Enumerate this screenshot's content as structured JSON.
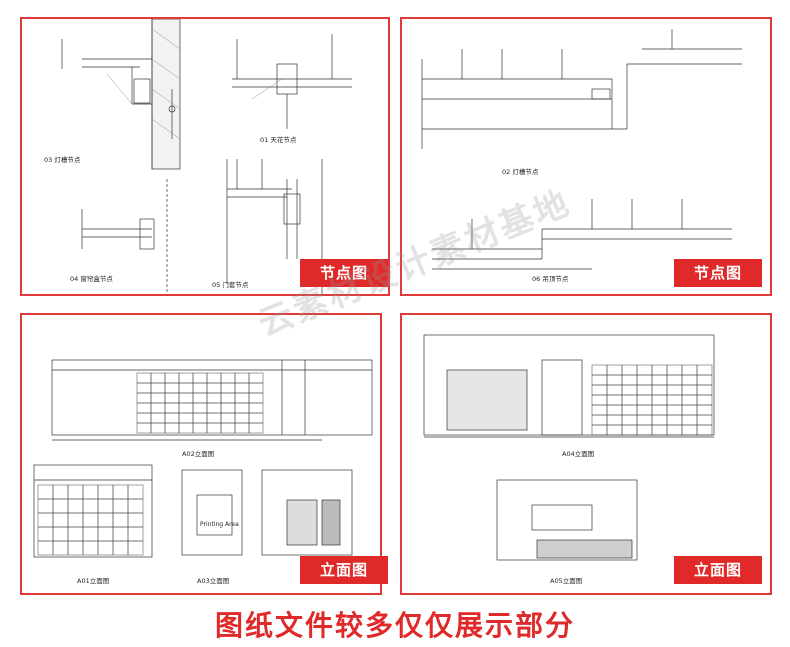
{
  "panels": [
    {
      "tag": "节点图",
      "labels": [
        "03 灯槽节点",
        "01 天花节点",
        "04 窗帘盒节点",
        "05 门套节点"
      ]
    },
    {
      "tag": "节点图",
      "labels": [
        "02 灯槽节点",
        "06 吊顶节点"
      ]
    },
    {
      "tag": "立面图",
      "labels": [
        "A01立面图",
        "A02立面图",
        "A03立面图",
        "Printing Area"
      ]
    },
    {
      "tag": "立面图",
      "labels": [
        "A04立面图",
        "A05立面图"
      ]
    }
  ],
  "footer_caption": "图纸文件较多仅仅展示部分",
  "watermark": "云素材设计素材基地",
  "colors": {
    "accent": "#e02a2a",
    "border": "#e03a3a"
  }
}
